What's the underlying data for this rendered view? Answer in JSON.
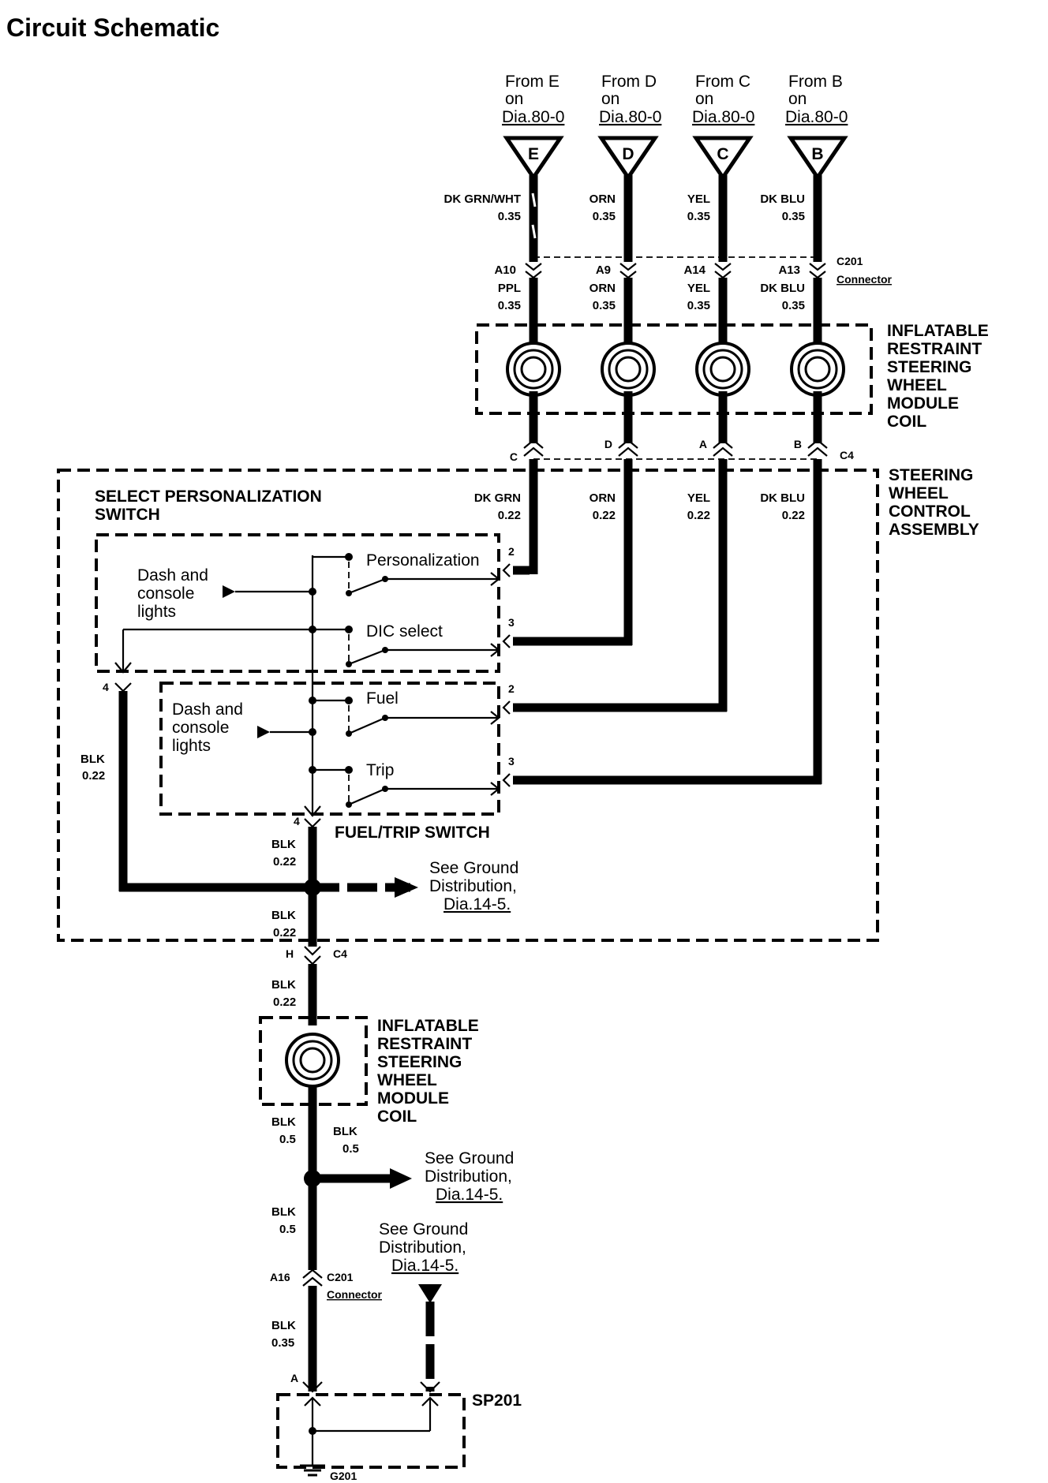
{
  "title": "Circuit Schematic",
  "top_sources": [
    {
      "l1": "From E",
      "l2": "on",
      "l3": "Dia.80-0",
      "letter": "E",
      "wire": "DK GRN/WHT",
      "gauge": "0.35",
      "pin": "A10",
      "wire2": "PPL",
      "gauge2": "0.35",
      "c4pin": "C",
      "wire3": "DK GRN",
      "gauge3": "0.22"
    },
    {
      "l1": "From D",
      "l2": "on",
      "l3": "Dia.80-0",
      "letter": "D",
      "wire": "ORN",
      "gauge": "0.35",
      "pin": "A9",
      "wire2": "ORN",
      "gauge2": "0.35",
      "c4pin": "D",
      "wire3": "ORN",
      "gauge3": "0.22"
    },
    {
      "l1": "From C",
      "l2": "on",
      "l3": "Dia.80-0",
      "letter": "C",
      "wire": "YEL",
      "gauge": "0.35",
      "pin": "A14",
      "wire2": "YEL",
      "gauge2": "0.35",
      "c4pin": "A",
      "wire3": "YEL",
      "gauge3": "0.22"
    },
    {
      "l1": "From B",
      "l2": "on",
      "l3": "Dia.80-0",
      "letter": "B",
      "wire": "DK BLU",
      "gauge": "0.35",
      "pin": "A13",
      "wire2": "DK BLU",
      "gauge2": "0.35",
      "c4pin": "B",
      "wire3": "DK BLU",
      "gauge3": "0.22"
    }
  ],
  "c201_top": {
    "name": "C201",
    "sub": "Connector"
  },
  "coil_top": [
    "INFLATABLE",
    "RESTRAINT",
    "STEERING",
    "WHEEL",
    "MODULE",
    "COIL"
  ],
  "c4_top": "C4",
  "assembly": [
    "STEERING",
    "WHEEL",
    "CONTROL",
    "ASSEMBLY"
  ],
  "select_switch": [
    "SELECT PERSONALIZATION",
    "SWITCH"
  ],
  "dash_lights": [
    "Dash and",
    "console",
    "lights"
  ],
  "switches": [
    {
      "label": "Personalization",
      "pin": "2"
    },
    {
      "label": "DIC select",
      "pin": "3"
    },
    {
      "label": "Fuel",
      "pin": "2"
    },
    {
      "label": "Trip",
      "pin": "3"
    }
  ],
  "fuel_trip": "FUEL/TRIP SWITCH",
  "pin4": "4",
  "blk": "BLK",
  "g022": "0.22",
  "g05": "0.5",
  "g035": "0.35",
  "ground_ref": [
    "See Ground",
    "Distribution,",
    "Dia.14-5."
  ],
  "c4_bottom": {
    "pin": "H",
    "name": "C4"
  },
  "coil_bottom": [
    "INFLATABLE",
    "RESTRAINT",
    "STEERING",
    "WHEEL",
    "MODULE",
    "COIL"
  ],
  "c201_bottom": {
    "pin": "A16",
    "name": "C201",
    "sub": "Connector"
  },
  "splice": {
    "pin": "A",
    "name": "SP201"
  },
  "ground": "G201"
}
